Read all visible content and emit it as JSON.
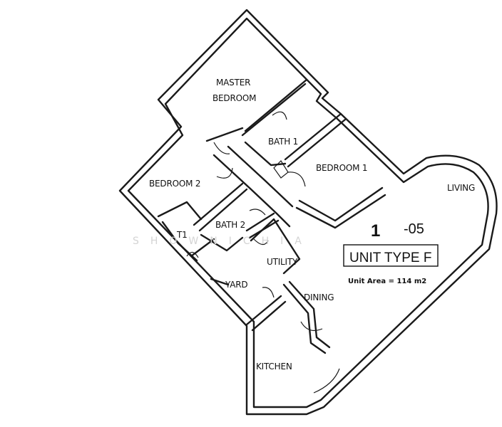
{
  "rooms": {
    "master_bedroom_line1": "MASTER",
    "master_bedroom_line2": "BEDROOM",
    "bath_1": "BATH 1",
    "bedroom_1": "BEDROOM 1",
    "bedroom_2": "BEDROOM 2",
    "bath_2": "BATH 2",
    "t1": "T1",
    "utility": "UTILITY",
    "yard": "YARD",
    "dining": "DINING",
    "kitchen": "KITCHEN",
    "living": "LIVING"
  },
  "unit": {
    "number_block": "1",
    "number_suffix": "-05",
    "type_label": "UNIT TYPE F",
    "area_note": "Unit Area = 114 m2"
  },
  "watermark": "SHOWNICHIA"
}
